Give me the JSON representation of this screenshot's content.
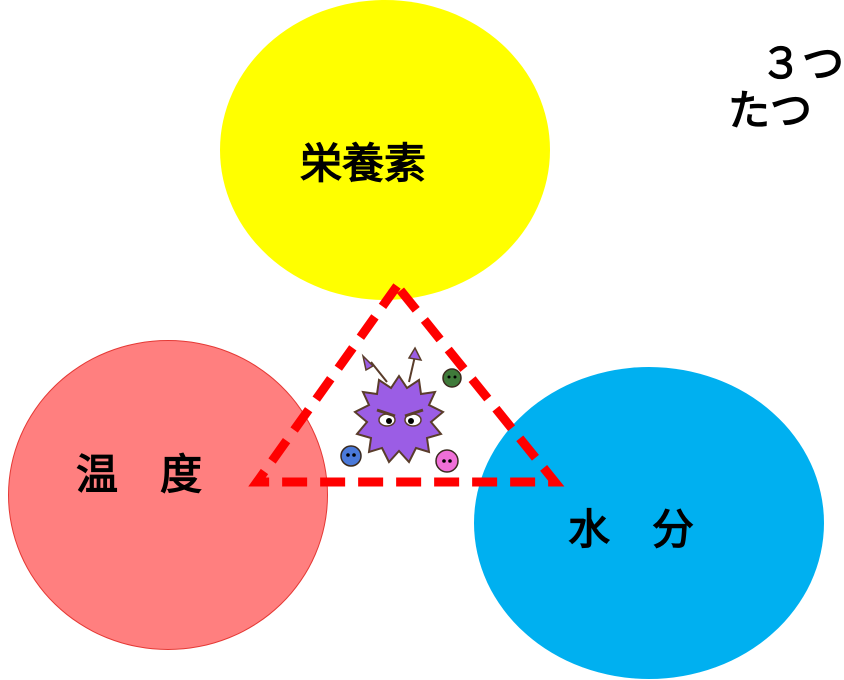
{
  "diagram": {
    "heading": {
      "line1": "３つ",
      "line2": "たつ"
    },
    "factors": {
      "nutrients": {
        "label": "栄養素",
        "color": "#ffff00"
      },
      "temperature": {
        "label": "温　度",
        "color": "#ff7f7f"
      },
      "water": {
        "label": "水　分",
        "color": "#00b0f0"
      }
    },
    "triangle": {
      "style": "dashed",
      "color": "#ff0000"
    },
    "germs": {
      "main": {
        "icon": "germ-purple-icon",
        "color": "#9b5de5"
      },
      "small": [
        {
          "icon": "germ-green-icon",
          "color": "#3f7a3a"
        },
        {
          "icon": "germ-blue-icon",
          "color": "#4a79d9"
        },
        {
          "icon": "germ-pink-icon",
          "color": "#ef6fd8"
        }
      ]
    }
  }
}
